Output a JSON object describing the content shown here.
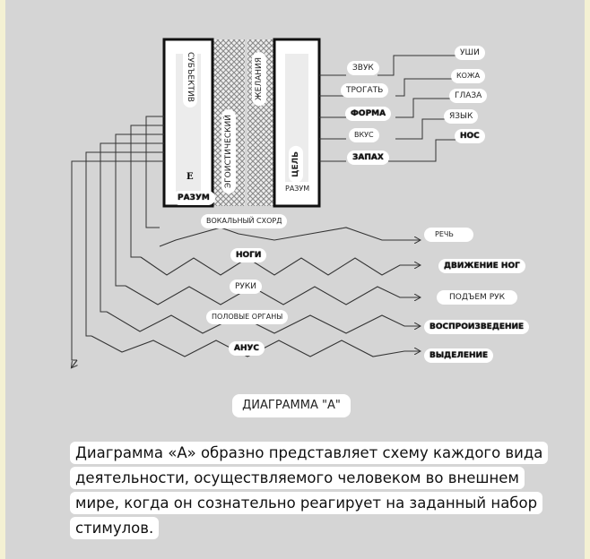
{
  "diagram": {
    "subject": "СУБЪЕКТИВ",
    "ego": "ЭГОИСТИЧЕСКИЙ",
    "desires": "ЖЕЛАНИЯ",
    "purpose": "ЦЕЛЬ",
    "e_letter": "E",
    "mind_left": "РАЗУМ",
    "mind_right": "РАЗУМ",
    "senses": [
      "ЗВУК",
      "ТРОГАТЬ",
      "ФОРМА",
      "ВКУС",
      "ЗАПАХ"
    ],
    "organs": [
      "УШИ",
      "КОЖА",
      "ГЛАЗА",
      "ЯЗЫК",
      "НОС"
    ],
    "channels": [
      "ВОКАЛЬНЫЙ СХОРД",
      "НОГИ",
      "РУКИ",
      "ПОЛОВЫЕ ОРГАНЫ",
      "АНУС"
    ],
    "actions": [
      "РЕЧЬ",
      "ДВИЖЕНИЕ НОГ",
      "ПОДЪЕМ РУК",
      "ВОСПРОИЗВЕДЕНИЕ",
      "ВЫДЕЛЕНИЕ"
    ]
  },
  "caption": "ДИАГРАММА \"А\"",
  "paragraph": "Диаграмма «А» образно представляет схему каждого вида деятельности, осуществляемого человеком во внешнем мире, когда он сознательно реагирует на заданный набор стимулов.",
  "colors": {
    "background": "#d5d5d5",
    "label_bg": "#ffffff",
    "page_margin": "#f4f1d3"
  }
}
